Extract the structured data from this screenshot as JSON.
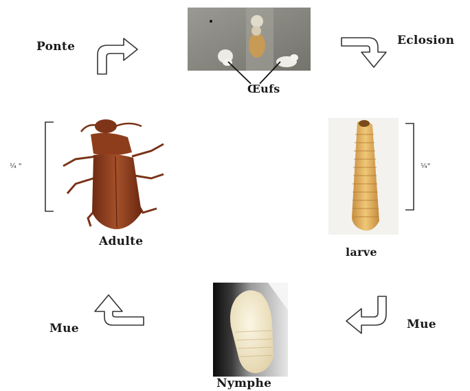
{
  "stages": {
    "eggs": "Œufs",
    "larva": "larve",
    "pupa": "Nymphe",
    "adult": "Adulte"
  },
  "transitions": {
    "top_left": "Ponte",
    "top_right": "Eclosion",
    "bottom_right": "Mue",
    "bottom_left": "Mue"
  },
  "scale": {
    "adult": "¼ \"",
    "larva": "¼\""
  },
  "colors": {
    "egg_photo_bg": "#8a8a83",
    "beetle": "#8b3a1c",
    "larva": "#e2b463",
    "pupa": "#f3ead1",
    "arrow_stroke": "#333333"
  }
}
